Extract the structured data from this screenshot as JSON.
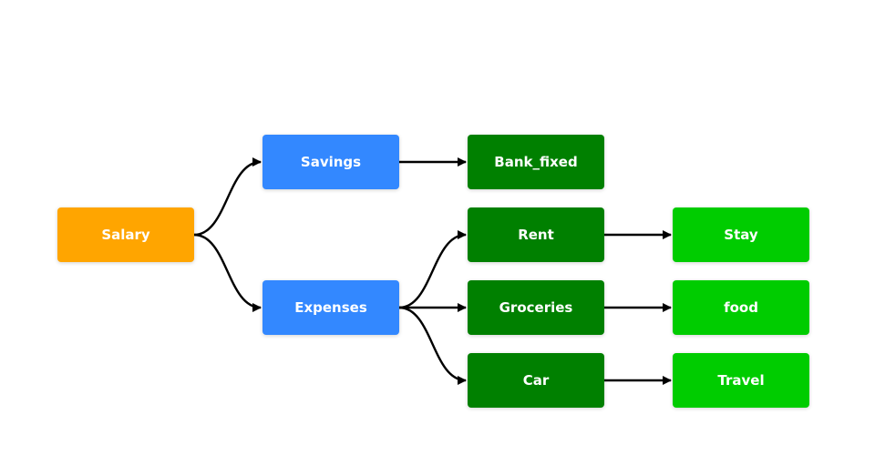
{
  "colors": {
    "root": "#FFA500",
    "level1": "#3388FF",
    "level2": "#008000",
    "level3": "#00CC00",
    "edge": "#000000"
  },
  "nodes": [
    {
      "id": "salary",
      "label": "Salary",
      "level": "root"
    },
    {
      "id": "savings",
      "label": "Savings",
      "level": "level1"
    },
    {
      "id": "expenses",
      "label": "Expenses",
      "level": "level1"
    },
    {
      "id": "bank_fixed",
      "label": "Bank_fixed",
      "level": "level2"
    },
    {
      "id": "rent",
      "label": "Rent",
      "level": "level2"
    },
    {
      "id": "groceries",
      "label": "Groceries",
      "level": "level2"
    },
    {
      "id": "car",
      "label": "Car",
      "level": "level2"
    },
    {
      "id": "stay",
      "label": "Stay",
      "level": "level3"
    },
    {
      "id": "food",
      "label": "food",
      "level": "level3"
    },
    {
      "id": "travel",
      "label": "Travel",
      "level": "level3"
    }
  ],
  "edges": [
    {
      "from": "salary",
      "to": "savings"
    },
    {
      "from": "salary",
      "to": "expenses"
    },
    {
      "from": "savings",
      "to": "bank_fixed"
    },
    {
      "from": "expenses",
      "to": "rent"
    },
    {
      "from": "expenses",
      "to": "groceries"
    },
    {
      "from": "expenses",
      "to": "car"
    },
    {
      "from": "rent",
      "to": "stay"
    },
    {
      "from": "groceries",
      "to": "food"
    },
    {
      "from": "car",
      "to": "travel"
    }
  ]
}
